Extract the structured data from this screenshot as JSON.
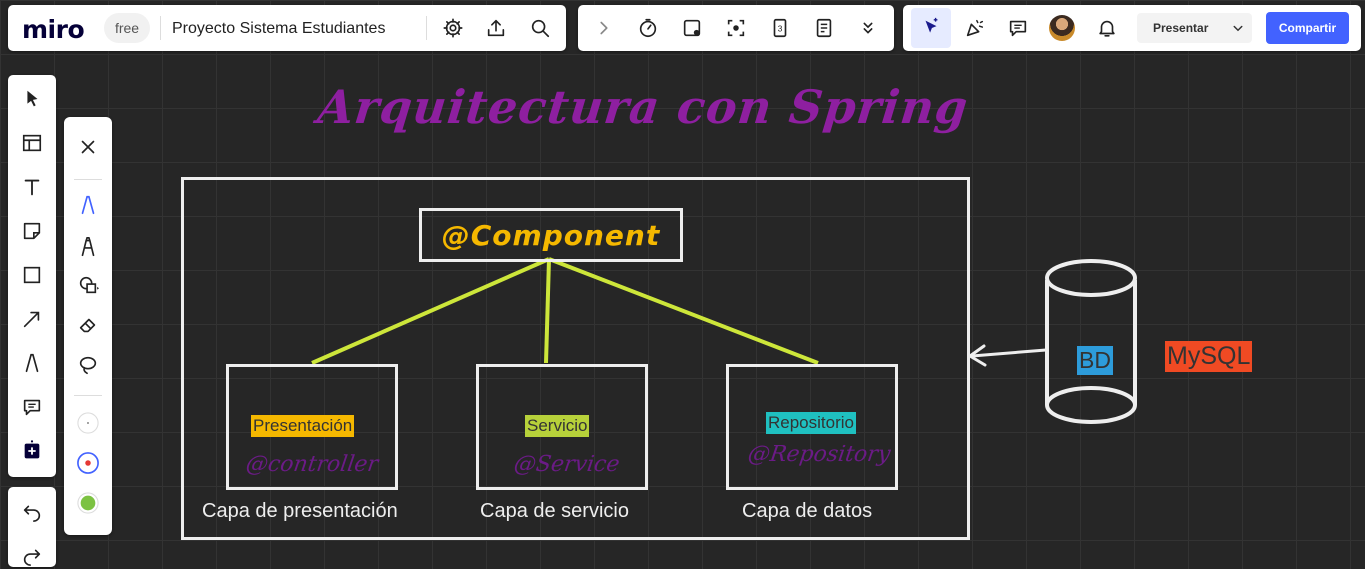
{
  "topbar": {
    "logo": "miro",
    "plan_badge": "free",
    "board_title": "Proyecto Sistema Estudiantes",
    "present_label": "Presentar",
    "share_label": "Compartir"
  },
  "canvas": {
    "title": "Arquitectura con Spring",
    "component_label": "@Component",
    "layers": [
      {
        "label": "Presentación",
        "annotation": "@controller",
        "caption": "Capa de presentación",
        "color": "#f5b800"
      },
      {
        "label": "Servicio",
        "annotation": "@Service",
        "caption": "Capa de servicio",
        "color": "#b7d13a"
      },
      {
        "label": "Repositorio",
        "annotation": "@Repository",
        "caption": "Capa de datos",
        "color": "#1fc0c0"
      }
    ],
    "database_label": "BD",
    "database_engine": "MySQL"
  },
  "colors": {
    "accent": "#4262ff",
    "title": "#8e1fa0",
    "connector": "#cde63a",
    "bd": "#2d9cdb",
    "mysql": "#f04a23"
  }
}
